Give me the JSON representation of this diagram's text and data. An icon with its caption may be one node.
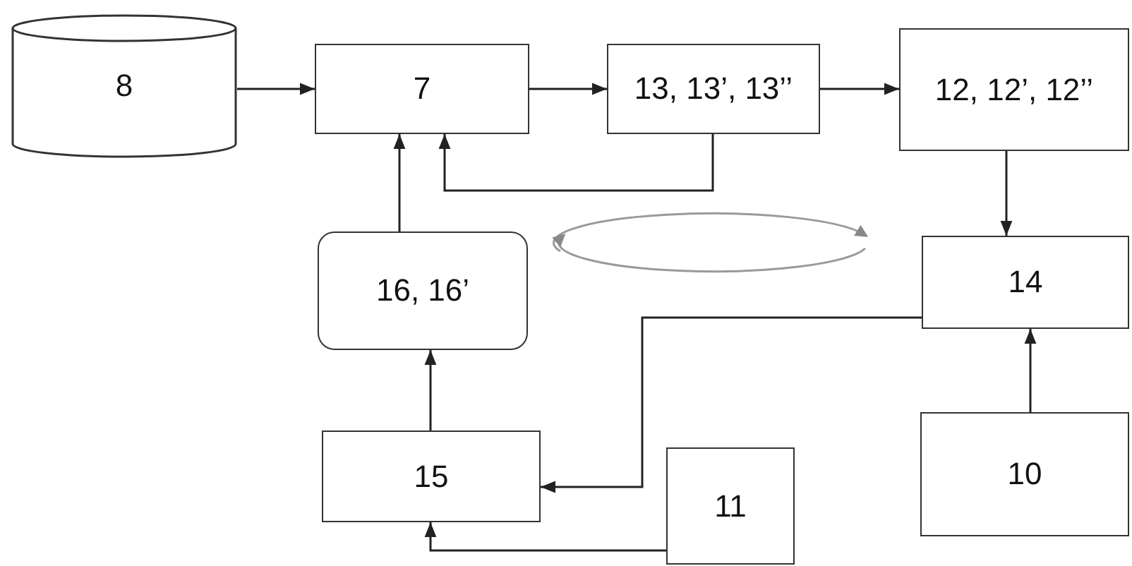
{
  "diagram": {
    "nodes": [
      {
        "text": [
          "8"
        ]
      },
      {
        "text": [
          "7"
        ]
      },
      {
        "text": [
          "13, 13’, 13’’"
        ]
      },
      {
        "text": [
          "12, 12’, 12’’"
        ]
      },
      {
        "text": [
          "16, 16’"
        ]
      },
      {
        "text": [
          "14"
        ]
      },
      {
        "text": [
          "15"
        ]
      },
      {
        "text": [
          "11"
        ]
      },
      {
        "text": [
          "10"
        ]
      }
    ],
    "edges": [
      {
        "from": 0,
        "to": 1,
        "arrow": "to"
      },
      {
        "from": 1,
        "to": 2,
        "arrow": "to"
      },
      {
        "from": 2,
        "to": 3,
        "arrow": "to"
      },
      {
        "from": 2,
        "to": 1,
        "arrow": "to"
      },
      {
        "from": 4,
        "to": 1,
        "arrow": "to"
      },
      {
        "from": 3,
        "to": 5,
        "arrow": "to"
      },
      {
        "from": 5,
        "to": 6,
        "arrow": "to"
      },
      {
        "from": 8,
        "to": 5,
        "arrow": "to"
      },
      {
        "from": 6,
        "to": 4,
        "arrow": "to"
      },
      {
        "from": 7,
        "to": 6,
        "arrow": "to"
      }
    ]
  }
}
